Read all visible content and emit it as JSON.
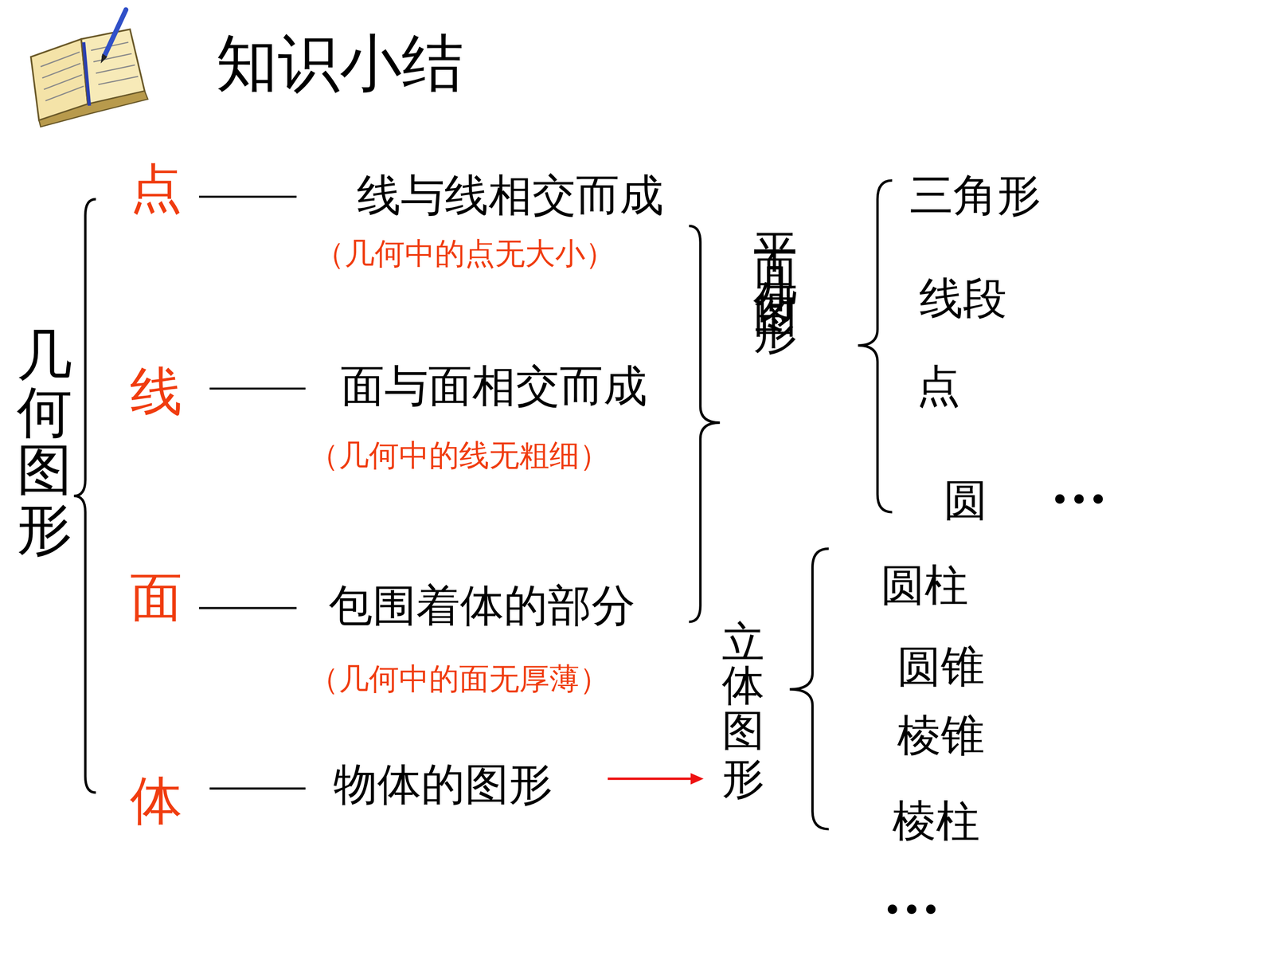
{
  "diagram": {
    "title": "知识小结",
    "labels": [
      "几何图形",
      "点",
      "线与线相交而成",
      "（几何中的点无大小）",
      "线",
      "面与面相交而成",
      "（几何中的线无粗细）",
      "面",
      "包围着体的部分",
      "（几何中的面无厚薄）",
      "体",
      "物体的图形",
      "平面几何图形",
      "三角形",
      "线段",
      "点",
      "圆",
      "•••",
      "立体图形",
      "圆柱",
      "圆锥",
      "棱锥",
      "棱柱",
      "•••"
    ]
  }
}
